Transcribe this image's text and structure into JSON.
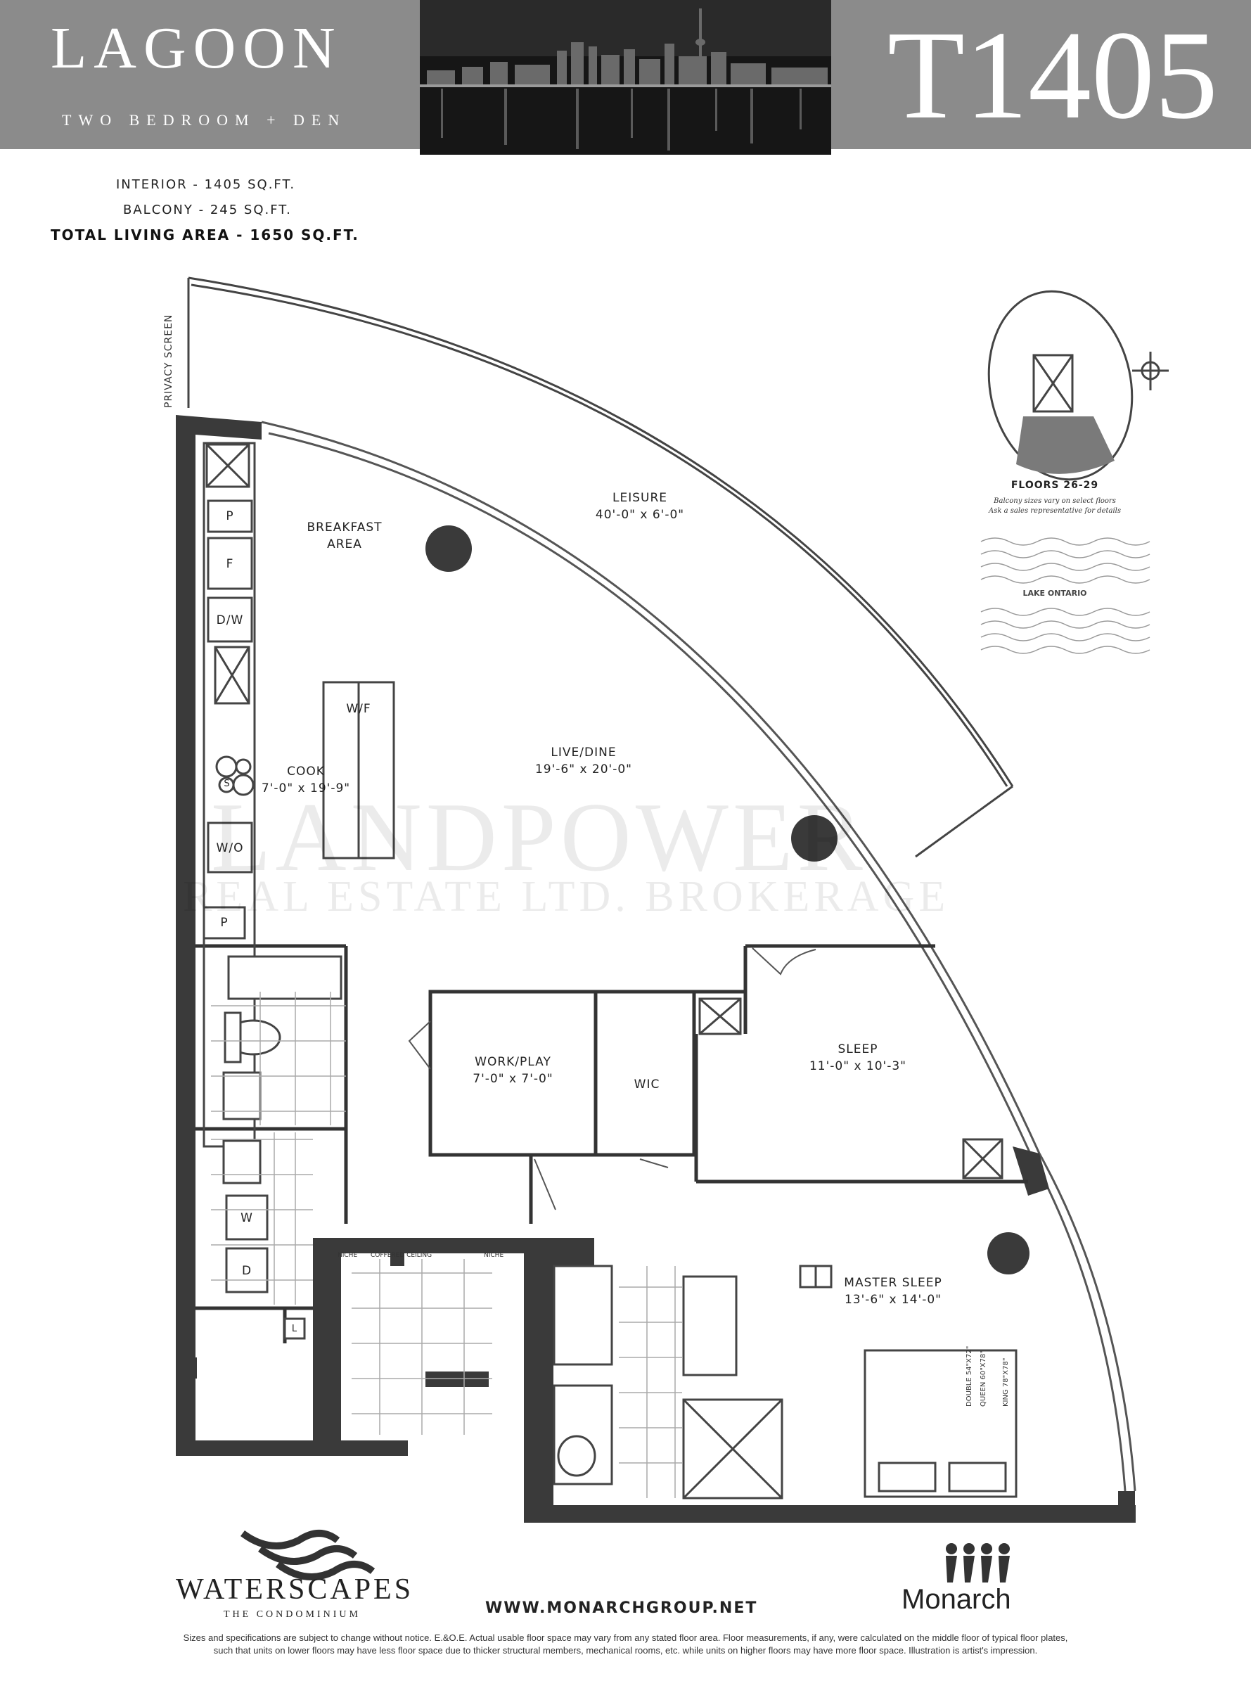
{
  "header": {
    "building": "LAGOON",
    "suite_type": "TWO BEDROOM + DEN",
    "unit": "T1405"
  },
  "areas": {
    "interior": "INTERIOR - 1405 SQ.FT.",
    "balcony": "BALCONY - 245 SQ.FT.",
    "total": "TOTAL LIVING AREA - 1650 SQ.FT."
  },
  "rooms": {
    "leisure": {
      "name": "LEISURE",
      "dims": "40'-0\" x 6'-0\""
    },
    "breakfast_line1": "BREAKFAST",
    "breakfast_line2": "AREA",
    "live_dine": {
      "name": "LIVE/DINE",
      "dims": "19'-6\" x 20'-0\""
    },
    "cook": {
      "name": "COOK",
      "dims": "7'-0\" x 19'-9\""
    },
    "work_play": {
      "name": "WORK/PLAY",
      "dims": "7'-0\" x 7'-0\""
    },
    "wic": "WIC",
    "sleep": {
      "name": "SLEEP",
      "dims": "11'-0\" x 10'-3\""
    },
    "master": {
      "name": "MASTER SLEEP",
      "dims": "13'-6\" x 14'-0\""
    }
  },
  "fixtures": {
    "p": "P",
    "f": "F",
    "dw": "D/W",
    "wf": "W/F",
    "s": "S",
    "wo": "W/O",
    "w": "W",
    "d": "D",
    "l": "L",
    "niche": "NICHE",
    "coffered": "COFFERED CEILING",
    "bed_double": "DOUBLE 54\"X72\"",
    "bed_queen": "QUEEN 60\"X78\"",
    "bed_king": "KING 78\"X78\""
  },
  "privacy_screen": "PRIVACY SCREEN",
  "keyplan": {
    "floors": "FLOORS 26-29",
    "note1": "Balcony sizes vary on select floors",
    "note2": "Ask a sales representative for details",
    "lake": "LAKE ONTARIO"
  },
  "watermark": {
    "line1": "LANDPOWER",
    "line2": "REAL ESTATE LTD. BROKERAGE"
  },
  "footer": {
    "brand": "WATERSCAPES",
    "brand_sub": "THE CONDOMINIUM",
    "url": "WWW.MONARCHGROUP.NET",
    "builder": "Monarch",
    "disclaimer1": "Sizes and specifications are subject to change without notice. E.&O.E. Actual usable floor space may vary from any stated floor area. Floor measurements, if any, were calculated on the middle floor of typical floor plates,",
    "disclaimer2": "such that units on lower floors may have less floor space due to thicker structural members, mechanical rooms, etc. while units on higher floors may have more floor space. Illustration is artist's impression."
  },
  "colors": {
    "header_gray": "#8b8b8b",
    "wall": "#3a3a3a",
    "column": "#3a3a3a"
  }
}
